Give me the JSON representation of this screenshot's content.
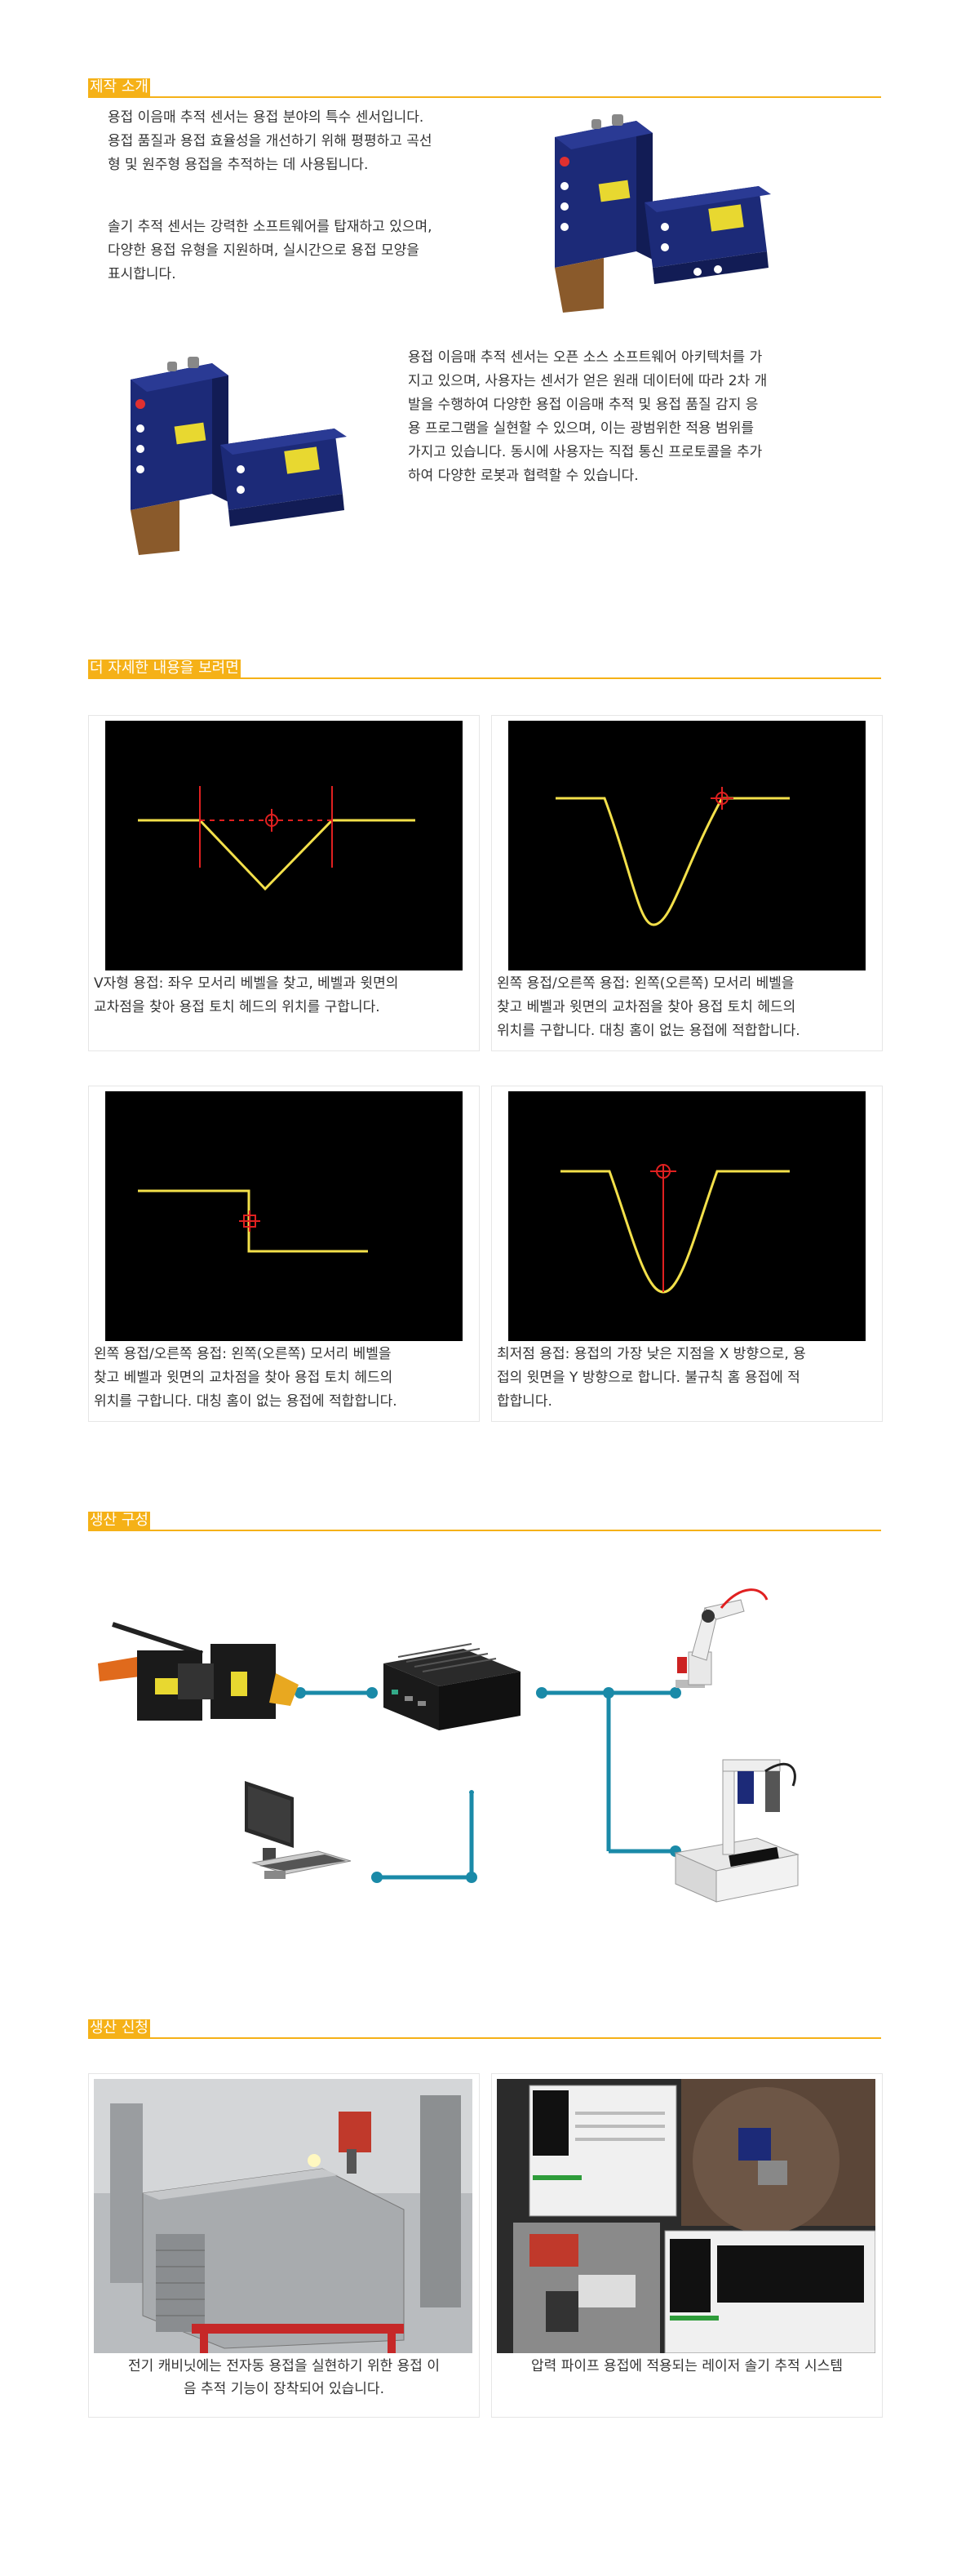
{
  "sections": {
    "intro": {
      "title": "제작 소개",
      "para1": [
        "용접 이음매 추적 센서는 용접 분야의 특수 센서입니다.",
        "용접 품질과 용접 효율성을 개선하기 위해 평평하고 곡선",
        "형 및 원주형 용접을 추적하는 데 사용됩니다."
      ],
      "para2": [
        "솔기 추적 센서는 강력한 소프트웨어를 탑재하고 있으며,",
        "다양한 용접 유형을 지원하며, 실시간으로 용접 모양을",
        "표시합니다."
      ],
      "para3": [
        "용접 이음매 추적 센서는 오픈 소스 소프트웨어 아키텍처를 가",
        "지고 있으며, 사용자는 센서가 얻은 원래 데이터에 따라 2차 개",
        "발을 수행하여 다양한 용접 이음매 추적 및 용접 품질 감지 응",
        "용 프로그램을 실현할 수 있으며, 이는 광범위한 적용 범위를",
        "가지고 있습니다. 동시에 사용자는 직접 통신 프로토콜을 추가",
        "하여 다양한 로봇과 협력할 수 있습니다."
      ]
    },
    "details": {
      "title": "더 자세한 내용을 보려면",
      "cards": [
        {
          "caption": [
            "V자형 용접: 좌우 모서리 베벨을 찾고, 베벨과 윗면의",
            "교차점을 찾아 용접 토치 헤드의 위치를 구합니다."
          ]
        },
        {
          "caption": [
            "왼쪽 용접/오른쪽 용접: 왼쪽(오른쪽) 모서리 베벨을",
            "찾고 베벨과 윗면의 교차점을 찾아 용접 토치 헤드의",
            "위치를 구합니다. 대칭 홈이 없는 용접에 적합합니다."
          ]
        },
        {
          "caption": [
            "왼쪽 용접/오른쪽 용접: 왼쪽(오른쪽) 모서리 베벨을",
            "찾고 베벨과 윗면의 교차점을 찾아 용접 토치 헤드의",
            "위치를 구합니다. 대칭 홈이 없는 용접에 적합합니다."
          ]
        },
        {
          "caption": [
            "최저점 용접: 용접의 가장 낮은 지점을 X 방향으로, 용",
            "접의 윗면을 Y 방향으로 합니다. 불규칙 홈 용접에 적",
            "합합니다."
          ]
        }
      ]
    },
    "production": {
      "title": "생산 구성"
    },
    "application": {
      "title": "생산 신청",
      "cards": [
        {
          "caption": [
            "전기 캐비닛에는 전자동 용접을 실현하기 위한 용접 이",
            "음 추적 기능이 장착되어 있습니다."
          ]
        },
        {
          "caption": [
            "압력 파이프 용접에 적용되는 레이저 솔기 추적 시스템"
          ]
        }
      ]
    }
  },
  "colors": {
    "accent": "#f5b117",
    "connector": "#1a8aa8",
    "sensor_body": "#1c2a78",
    "laser_line": "#f3e04a",
    "marker": "#e02020"
  }
}
